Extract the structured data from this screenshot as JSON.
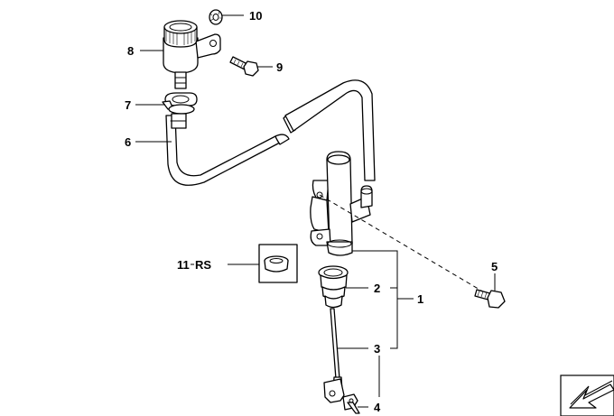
{
  "callouts": {
    "c1": "1",
    "c2": "2",
    "c3": "3",
    "c4": "4",
    "c5": "5",
    "c6": "6",
    "c7": "7",
    "c8": "8",
    "c9": "9",
    "c10": "10",
    "c11": "11",
    "rs": "RS"
  },
  "icons": {
    "nav": "arrow-down-left-icon"
  }
}
